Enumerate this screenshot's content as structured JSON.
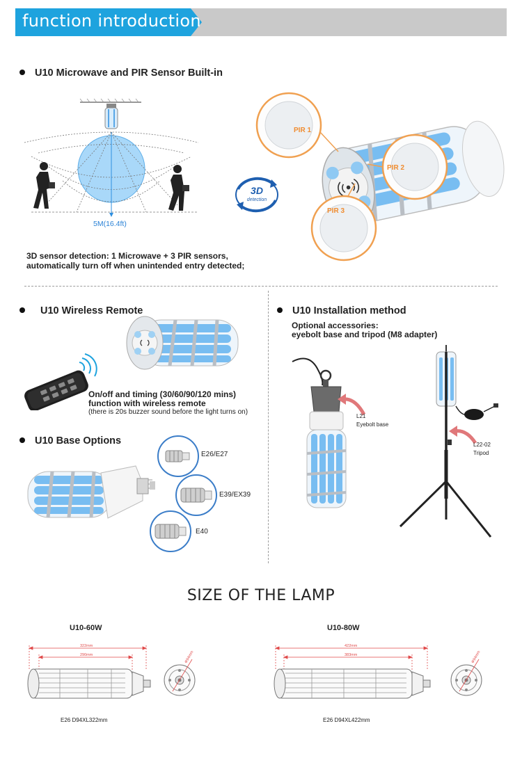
{
  "banner": {
    "title": "function introduction"
  },
  "sensor_section": {
    "heading": "U10 Microwave and PIR Sensor Built-in",
    "range_label": "5M(16.4ft)",
    "detection_badge_3d": "3D",
    "detection_badge_word": "detection",
    "pir_labels": [
      "PIR 1",
      "PIR 2",
      "PIR 3"
    ],
    "description_line1": "3D sensor detection: 1 Microwave + 3 PIR sensors,",
    "description_line2": "automatically turn off when unintended entry detected;"
  },
  "remote_section": {
    "heading": "U10 Wireless Remote",
    "line1": "On/off and timing (30/60/90/120 mins)",
    "line2": "function with wireless remote",
    "note": "(there is 20s buzzer sound before the light turns on)"
  },
  "install_section": {
    "heading": "U10 Installation method",
    "line1": "Optional accessories:",
    "line2": "eyebolt base and tripod (M8 adapter)",
    "eyebolt_code": "L21",
    "eyebolt_name": "Eyebolt base",
    "tripod_code": "L22-02",
    "tripod_name": "Tripod"
  },
  "base_section": {
    "heading": "U10 Base Options",
    "options": [
      "E26/E27",
      "E39/EX39",
      "E40"
    ]
  },
  "size_section": {
    "title": "SIZE OF THE LAMP",
    "models": [
      {
        "name": "U10-60W",
        "overall": "322mm",
        "body": "290mm",
        "diameter": "Φ94mm",
        "caption": "E26  D94XL322mm"
      },
      {
        "name": "U10-80W",
        "overall": "422mm",
        "body": "383mm",
        "diameter": "Φ94mm",
        "caption": "E26  D94XL422mm"
      }
    ]
  },
  "colors": {
    "accent": "#1ea3de",
    "banner_grey": "#c9c9c9",
    "uv_blue": "#6fb6ef",
    "arrow_red": "#e0787a"
  }
}
